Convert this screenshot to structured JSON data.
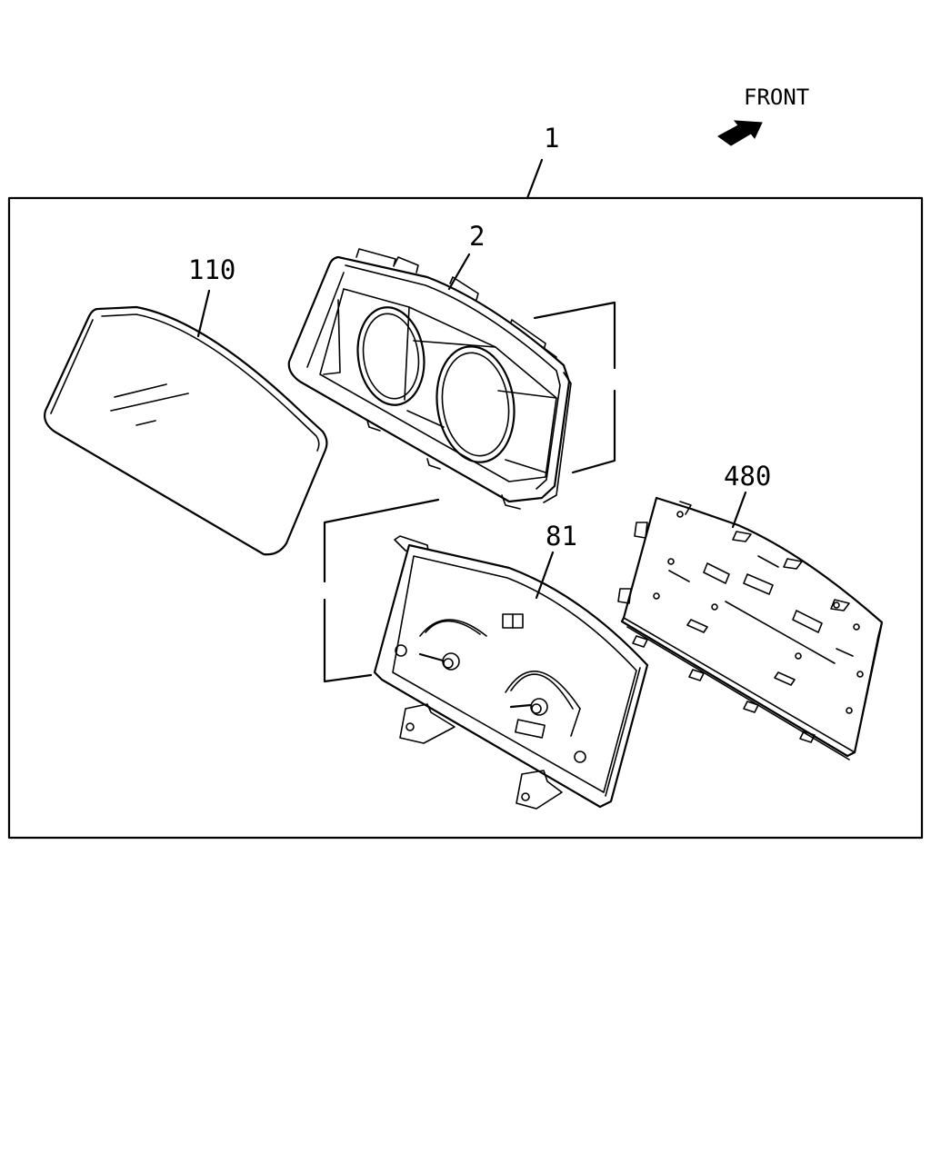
{
  "direction_label": "FRONT",
  "callouts": {
    "assembly": "1",
    "bezel": "2",
    "lens": "110",
    "dial_panel": "81",
    "circuit_board": "480"
  }
}
